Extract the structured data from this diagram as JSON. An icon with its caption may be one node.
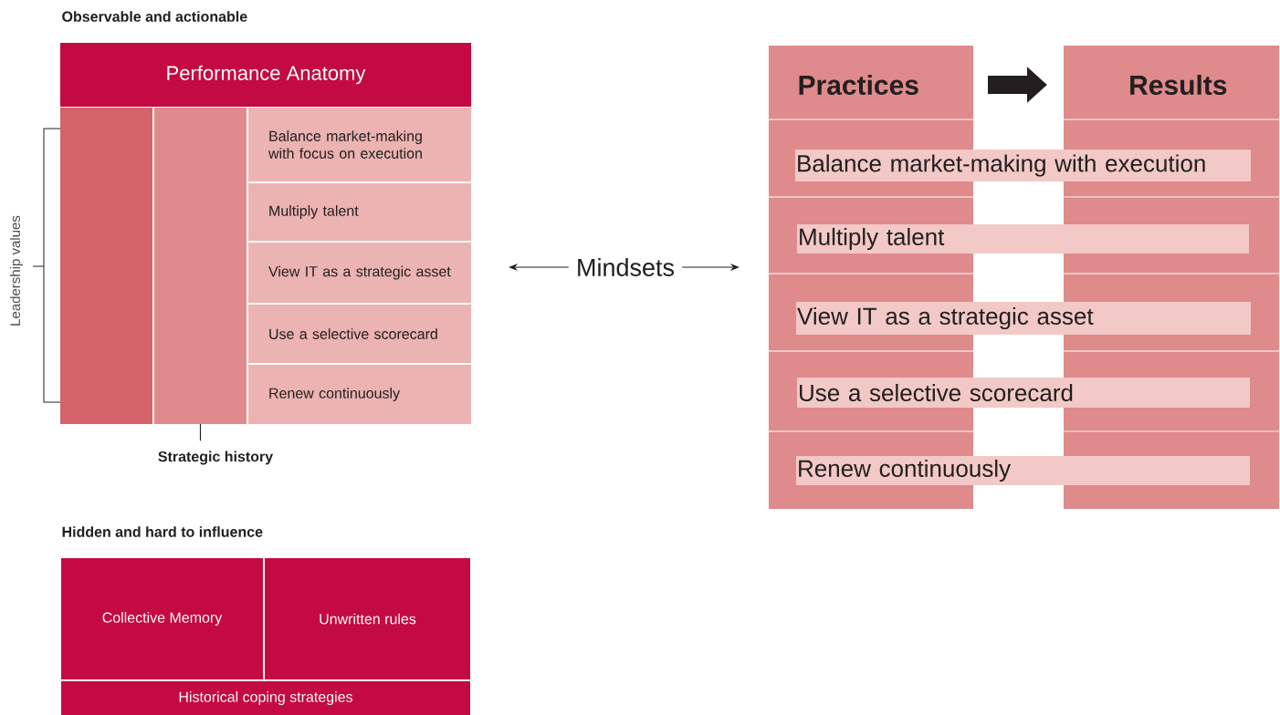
{
  "diagram": {
    "nodes": [
      {
        "text": [
          "Performance Anatomy"
        ]
      },
      {
        "text": [],
        "shape": "bar"
      },
      {
        "text": [],
        "shape": "bar"
      },
      {
        "text": [
          "Balance market-making with focus on execution"
        ]
      },
      {
        "text": [
          "Multiply talent"
        ]
      },
      {
        "text": [
          "View IT as a strategic asset"
        ]
      },
      {
        "text": [
          "Use a selective scorecard"
        ]
      },
      {
        "text": [
          "Renew continuously"
        ]
      },
      {
        "text": [
          "Strategic history"
        ]
      },
      {
        "text": [
          "Mindsets"
        ]
      },
      {
        "text": [
          "Practices"
        ]
      },
      {
        "text": [
          "Results"
        ]
      },
      {
        "text": [
          "Balance market-making with execution"
        ]
      },
      {
        "text": [
          "Multiply talent"
        ]
      },
      {
        "text": [
          "View IT as a strategic asset"
        ]
      },
      {
        "text": [
          "Use a selective scorecard"
        ]
      },
      {
        "text": [
          "Renew continuously"
        ]
      },
      {
        "text": [
          "Collective Memory"
        ]
      },
      {
        "text": [
          "Unwritten rules"
        ]
      },
      {
        "text": [
          "Historical coping strategies"
        ]
      }
    ],
    "edges": [
      {
        "from": 8,
        "to": 2,
        "arrow": "none"
      },
      {
        "from": 9,
        "to": null,
        "arrow": "to"
      },
      {
        "from": 9,
        "to": null,
        "arrow": "to"
      },
      {
        "from": 10,
        "to": 11,
        "arrow": "to",
        "style": "thick"
      }
    ],
    "labels": [
      "Observable and actionable",
      "Leadership values",
      "Hidden and hard to influence"
    ]
  }
}
